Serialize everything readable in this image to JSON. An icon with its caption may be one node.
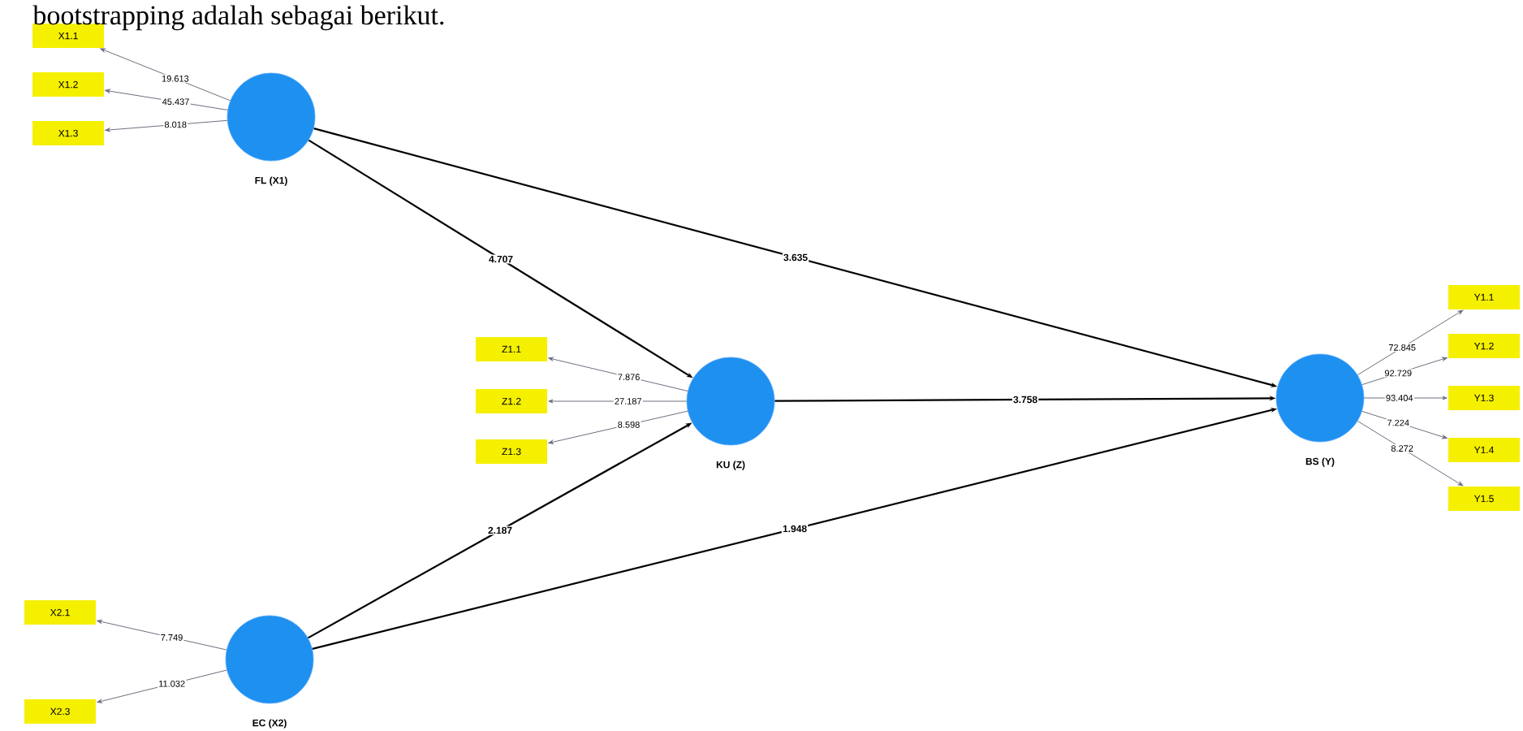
{
  "diagram": {
    "nodes": [
      {
        "text": [
          "X1.1"
        ]
      },
      {
        "text": [
          "X1.2"
        ]
      },
      {
        "text": [
          "X1.3"
        ]
      },
      {
        "text": [],
        "shape": "circle",
        "beside": [
          "FL (X1)"
        ]
      },
      {
        "text": [
          "Z1.1"
        ]
      },
      {
        "text": [
          "Z1.2"
        ]
      },
      {
        "text": [
          "Z1.3"
        ]
      },
      {
        "text": [],
        "shape": "circle",
        "beside": [
          "KU (Z)"
        ]
      },
      {
        "text": [],
        "shape": "circle",
        "beside": [
          "BS (Y)"
        ]
      },
      {
        "text": [
          "Y1.1"
        ]
      },
      {
        "text": [
          "Y1.2"
        ]
      },
      {
        "text": [
          "Y1.3"
        ]
      },
      {
        "text": [
          "Y1.4"
        ]
      },
      {
        "text": [
          "Y1.5"
        ]
      },
      {
        "text": [
          "X2.1"
        ]
      },
      {
        "text": [
          "X2.3"
        ]
      },
      {
        "text": [],
        "shape": "circle",
        "beside": [
          "EC (X2)"
        ]
      }
    ],
    "edges": [
      {
        "from": 3,
        "to": 0,
        "arrow": "to",
        "label": "19.613"
      },
      {
        "from": 3,
        "to": 1,
        "arrow": "to",
        "label": "45.437"
      },
      {
        "from": 3,
        "to": 2,
        "arrow": "to",
        "label": "8.018"
      },
      {
        "from": 7,
        "to": 4,
        "arrow": "to",
        "label": "7.876"
      },
      {
        "from": 7,
        "to": 5,
        "arrow": "to",
        "label": "27.187"
      },
      {
        "from": 7,
        "to": 6,
        "arrow": "to",
        "label": "8.598"
      },
      {
        "from": 8,
        "to": 9,
        "arrow": "to",
        "label": "72.845"
      },
      {
        "from": 8,
        "to": 10,
        "arrow": "to",
        "label": "92.729"
      },
      {
        "from": 8,
        "to": 11,
        "arrow": "to",
        "label": "93.404"
      },
      {
        "from": 8,
        "to": 12,
        "arrow": "to",
        "label": "7.224"
      },
      {
        "from": 8,
        "to": 13,
        "arrow": "to",
        "label": "8.272"
      },
      {
        "from": 16,
        "to": 14,
        "arrow": "to",
        "label": "7.749"
      },
      {
        "from": 16,
        "to": 15,
        "arrow": "to",
        "label": "11.032"
      },
      {
        "from": 3,
        "to": 7,
        "arrow": "to",
        "label": "4.707",
        "color": "#000000"
      },
      {
        "from": 3,
        "to": 8,
        "arrow": "to",
        "label": "3.635",
        "color": "#000000"
      },
      {
        "from": 7,
        "to": 8,
        "arrow": "to",
        "label": "3.758",
        "color": "#000000"
      },
      {
        "from": 16,
        "to": 7,
        "arrow": "to",
        "label": "2.187",
        "color": "#000000"
      },
      {
        "from": 16,
        "to": 8,
        "arrow": "to",
        "label": "1.948",
        "color": "#000000"
      }
    ],
    "labels": [
      "bootstrapping adalah sebagai berikut."
    ]
  }
}
